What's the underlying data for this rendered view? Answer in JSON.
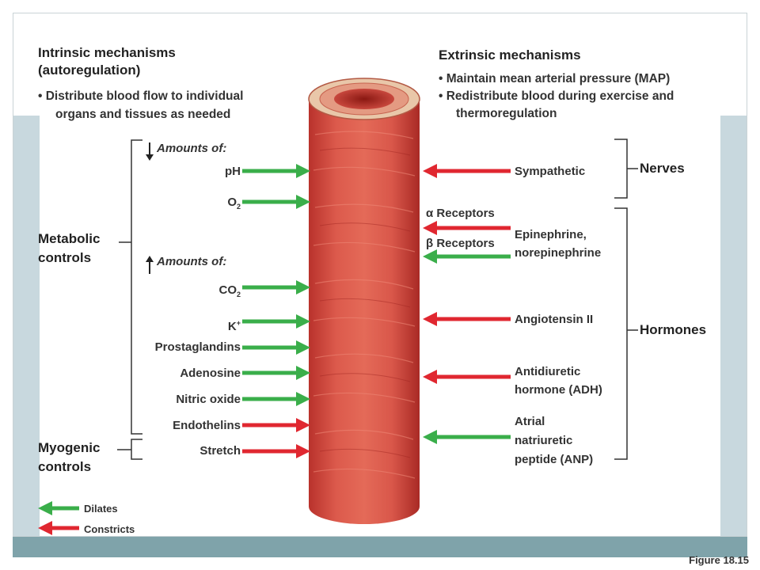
{
  "intrinsic": {
    "title_line1": "Intrinsic mechanisms",
    "title_line2": "(autoregulation)",
    "bullet_line1": "• Distribute blood flow to individual",
    "bullet_line2": "organs and tissues as needed"
  },
  "extrinsic": {
    "title": "Extrinsic mechanisms",
    "bullet1": "• Maintain mean arterial pressure (MAP)",
    "bullet2_line1": "• Redistribute blood during exercise and",
    "bullet2_line2": "thermoregulation"
  },
  "left_groups": {
    "metabolic_line1": "Metabolic",
    "metabolic_line2": "controls",
    "myogenic_line1": "Myogenic",
    "myogenic_line2": "controls",
    "decreased_amounts": "Amounts of:",
    "increased_amounts": "Amounts of:"
  },
  "left_factors": {
    "ph": "pH",
    "o2_base": "O",
    "o2_sub": "2",
    "co2_base": "CO",
    "co2_sub": "2",
    "k_base": "K",
    "k_sup": "+",
    "prostaglandins": "Prostaglandins",
    "adenosine": "Adenosine",
    "nitric_oxide": "Nitric oxide",
    "endothelins": "Endothelins",
    "stretch": "Stretch"
  },
  "right_groups": {
    "nerves": "Nerves",
    "hormones": "Hormones"
  },
  "right_factors": {
    "sympathetic": "Sympathetic",
    "alpha_symbol": "α",
    "alpha_receptors": "Receptors",
    "beta_symbol": "β",
    "beta_receptors": "Receptors",
    "epi_line1": "Epinephrine,",
    "epi_line2": "norepinephrine",
    "angiotensin": "Angiotensin II",
    "adh_line1": "Antidiuretic",
    "adh_line2": "hormone (ADH)",
    "anp_line1": "Atrial",
    "anp_line2": "natriuretic",
    "anp_line3": "peptide (ANP)"
  },
  "legend": {
    "dilates": "Dilates",
    "constricts": "Constricts"
  },
  "figure_label": "Figure 18.15",
  "colors": {
    "dilate_green": "#3aae4a",
    "constrict_red": "#e02730",
    "vessel": "#d9574a",
    "band": "#7fa3aa"
  }
}
